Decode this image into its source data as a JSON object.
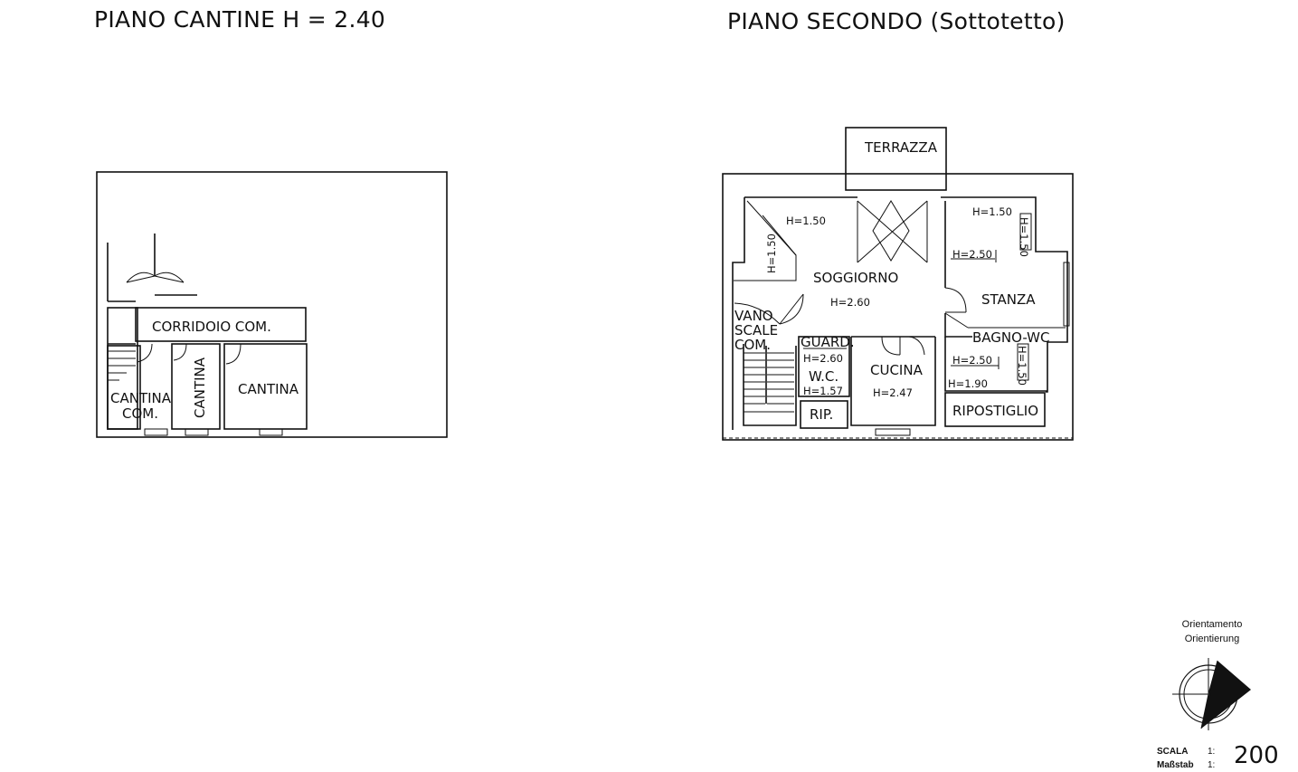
{
  "titles": {
    "left": "PIANO  CANTINE  H  =  2.40",
    "right": "PIANO  SECONDO  (Sottotetto)"
  },
  "cantine": {
    "corridoio": "CORRIDOIO  COM.",
    "cantina_com_1": "CANTINA",
    "cantina_com_2": "COM.",
    "cantina_vertical": "CANTINA",
    "cantina": "CANTINA"
  },
  "secondo": {
    "terrazza": "TERRAZZA",
    "soggiorno": "SOGGIORNO",
    "soggiorno_h": "H=2.60",
    "stanza": "STANZA",
    "bagno": "BAGNO-WC",
    "vano_1": "VANO",
    "vano_2": "SCALE",
    "vano_3": "COM.",
    "guard": "GUARD.",
    "wc": "W.C.",
    "wc_h_top": "H=2.60",
    "wc_h_bottom": "H=1.57",
    "rip": "RIP.",
    "cucina": "CUCINA",
    "cucina_h": "H=2.47",
    "ripostiglio": "RIPOSTIGLIO",
    "h_left_top": "H=1.50",
    "h_left_vert": "H=1.50",
    "h_right_top": "H=1.50",
    "h_right_vert": "H=1.50",
    "h_stanza": "H=2.50",
    "h_bagno": "H=2.50",
    "h_bagno_vert": "H=1.50",
    "h_rip": "H=1.90"
  },
  "legend": {
    "orientamento": "Orientamento",
    "orientierung": "Orientierung",
    "scala": "SCALA",
    "scala_ratio": "1:",
    "massstab": "Maßstab",
    "massstab_ratio": "1:",
    "scale_value": "200"
  }
}
